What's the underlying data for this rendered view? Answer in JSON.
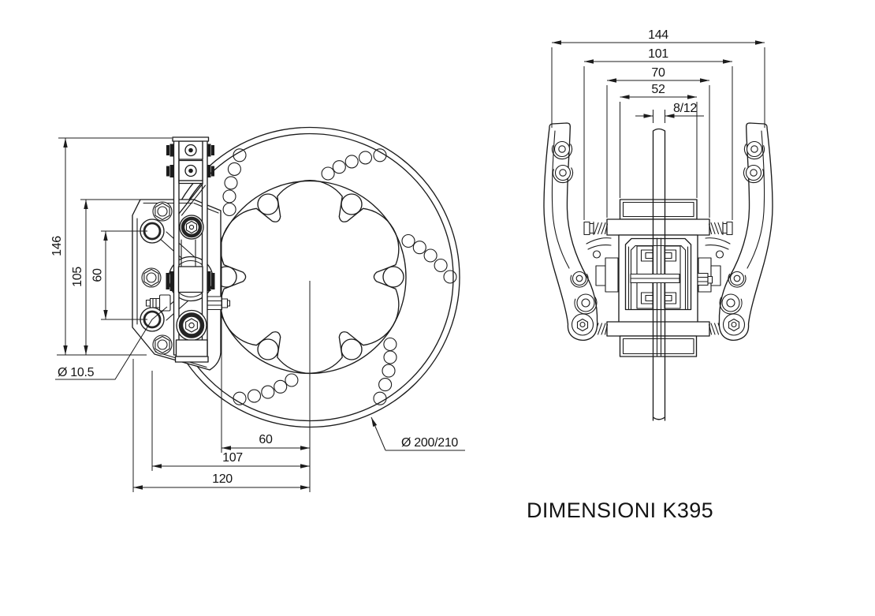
{
  "drawing": {
    "title": "DIMENSIONI K395",
    "line_color": "#1c1c1c",
    "background_color": "#ffffff",
    "front_view": {
      "description": "brake disc with caliper and mounting bracket, front view",
      "dimensions": {
        "overall_height": "146",
        "caliper_height": "105",
        "mount_hole_spacing": "60",
        "mount_hole_diameter": "Ø 10.5",
        "center_to_face": "60",
        "center_to_mount_holes": "107",
        "center_to_caliper_edge": "120",
        "disc_diameter": "Ø 200/210"
      }
    },
    "side_view": {
      "description": "caliper with disc cross-section, side view",
      "dimensions": {
        "overall_width": "144",
        "spring_cap_span": "101",
        "flange_width": "70",
        "body_width": "52",
        "disc_thickness": "8/12"
      }
    }
  }
}
